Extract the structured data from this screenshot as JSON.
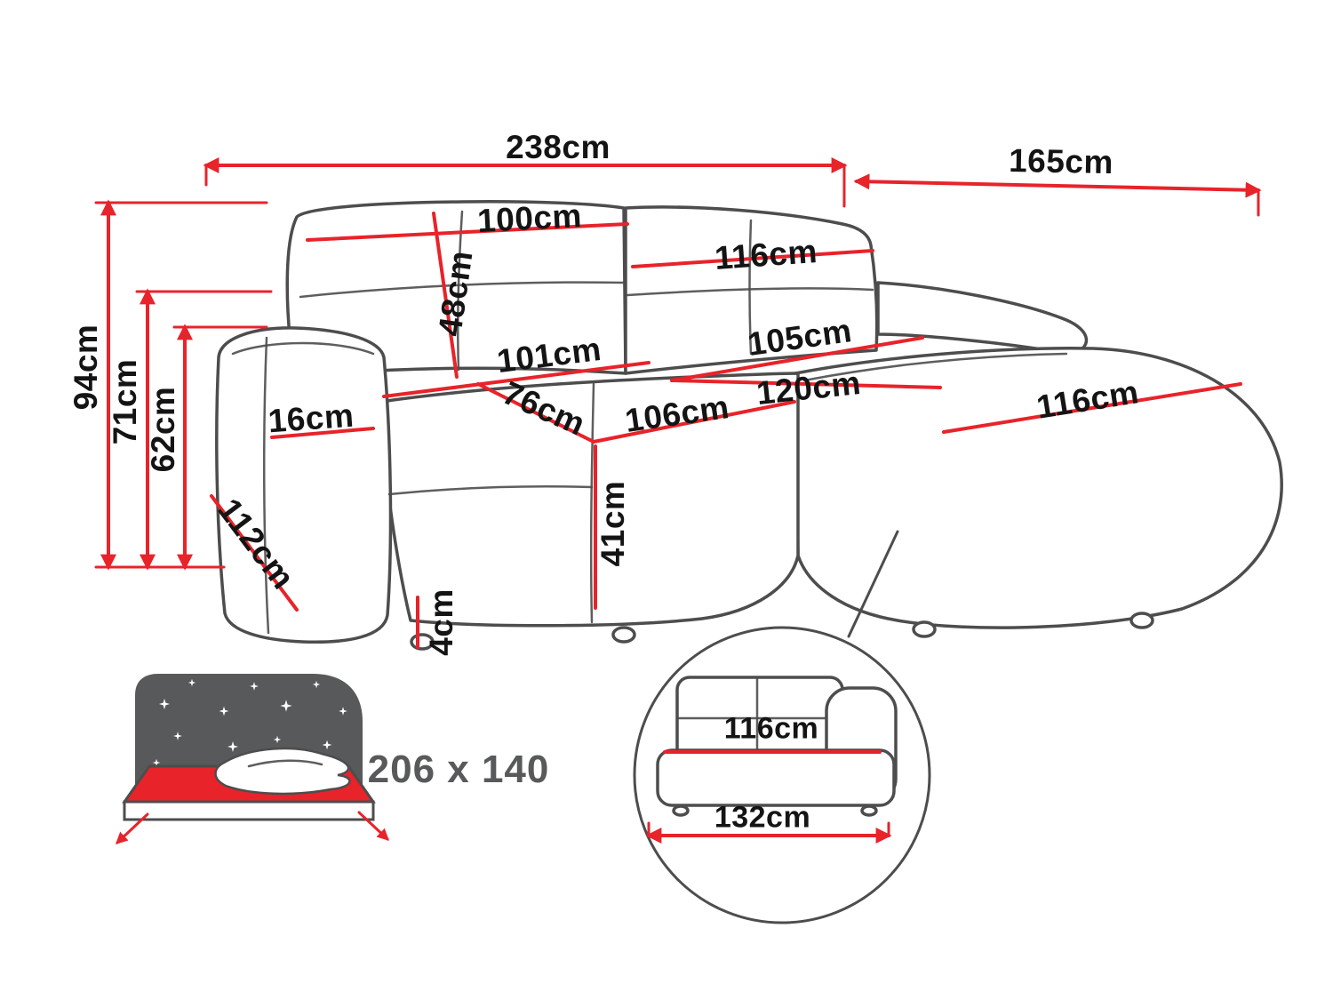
{
  "colors": {
    "dimension_red": "#e8232a",
    "line_gray": "#4d4d4d",
    "text_black": "#141414",
    "bed_gray": "#58595b"
  },
  "labels": {
    "total_width": "238cm",
    "chaise_depth": "165cm",
    "total_height": "94cm",
    "armrest_height": "71cm",
    "backrest_height": "62cm",
    "back_cushion_left_width": "100cm",
    "back_cushion_right_width": "116cm",
    "back_cushion_height": "48cm",
    "seat_length_left": "101cm",
    "seat_length_right": "105cm",
    "chaise_width": "120cm",
    "chaise_length": "116cm",
    "armrest_width": "16cm",
    "seat_depth": "76cm",
    "seat_width": "106cm",
    "armrest_depth": "112cm",
    "seat_height": "41cm",
    "leg_height": "4cm",
    "bed_size": "206 x 140",
    "inset_seat_width": "116cm",
    "inset_total_width": "132cm"
  }
}
